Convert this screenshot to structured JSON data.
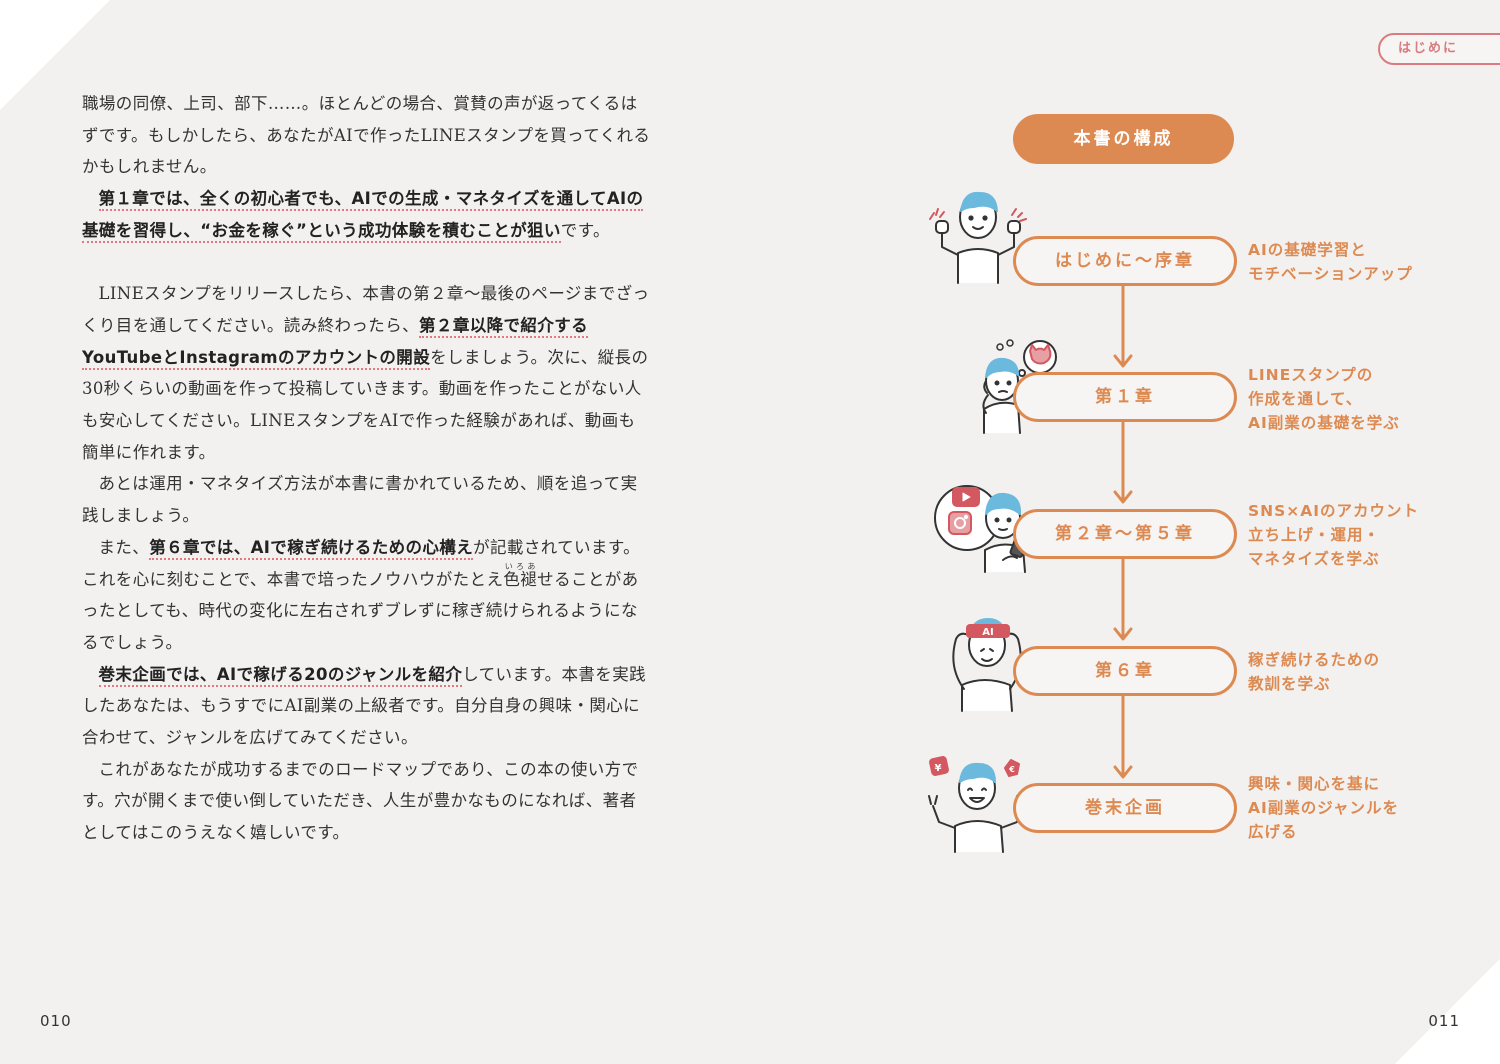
{
  "left_page": {
    "p1": "職場の同僚、上司、部下……。ほとんどの場合、賞賛の声が返ってくるはずです。もしかしたら、あなたがAIで作ったLINEスタンプを買ってくれるかもしれません。",
    "p2_em": "第１章では、全くの初心者でも、AIでの生成・マネタイズを通してAIの基礎を習得し、“お金を稼ぐ”という成功体験を積むことが狙い",
    "p2_tail": "です。",
    "p3_a": "LINEスタンプをリリースしたら、本書の第２章〜最後のページまでざっくり目を通してください。読み終わったら、",
    "p3_em": "第２章以降で紹介するYouTubeとInstagramのアカウントの開設",
    "p3_b": "をしましょう。次に、縦長の30秒くらいの動画を作って投稿していきます。動画を作ったことがない人も安心してください。LINEスタンプをAIで作った経験があれば、動画も簡単に作れます。",
    "p4": "あとは運用・マネタイズ方法が本書に書かれているため、順を追って実践しましょう。",
    "p5_a": "また、",
    "p5_em": "第６章では、AIで稼ぎ続けるための心構え",
    "p5_b": "が記載されています。これを心に刻むことで、本書で培ったノウハウがたとえ",
    "p5_ruby_base": "色褪",
    "p5_ruby_text": "いろあ",
    "p5_c": "せることがあったとしても、時代の変化に左右されずブレずに稼ぎ続けられるようになるでしょう。",
    "p6_em": "巻末企画では、AIで稼げる20のジャンルを紹介",
    "p6_b": "しています。本書を実践したあなたは、もうすでにAI副業の上級者です。自分自身の興味・関心に合わせて、ジャンルを広げてみてください。",
    "p7": "これがあなたが成功するまでのロードマップであり、この本の使い方です。穴が開くまで使い倒していただき、人生が豊かなものになれば、著者としてはこのうえなく嬉しいです。",
    "page_number": "010"
  },
  "right_page": {
    "section_tab": "はじめに",
    "structure_title": "本書の構成",
    "page_number": "011",
    "stages": [
      {
        "label": "はじめに～序章",
        "desc": [
          "AIの基礎学習と",
          "モチベーションアップ"
        ]
      },
      {
        "label": "第１章",
        "desc": [
          "LINEスタンプの",
          "作成を通して、",
          "AI副業の基礎を学ぶ"
        ]
      },
      {
        "label": "第２章～第５章",
        "desc": [
          "SNS×AIのアカウント",
          "立ち上げ・運用・",
          "マネタイズを学ぶ"
        ]
      },
      {
        "label": "第６章",
        "desc": [
          "稼ぎ続けるための",
          "教訓を学ぶ"
        ]
      },
      {
        "label": "巻末企画",
        "desc": [
          "興味・関心を基に",
          "AI副業のジャンルを",
          "広げる"
        ]
      }
    ],
    "illustration_badges": {
      "headband": "AI",
      "yen": "¥",
      "euro": "€"
    }
  },
  "colors": {
    "accent_orange": "#dd8a52",
    "accent_pink": "#d97b80",
    "hair_blue": "#6cb9de",
    "badge_red": "#d3585f",
    "background": "#f2f1ef"
  }
}
